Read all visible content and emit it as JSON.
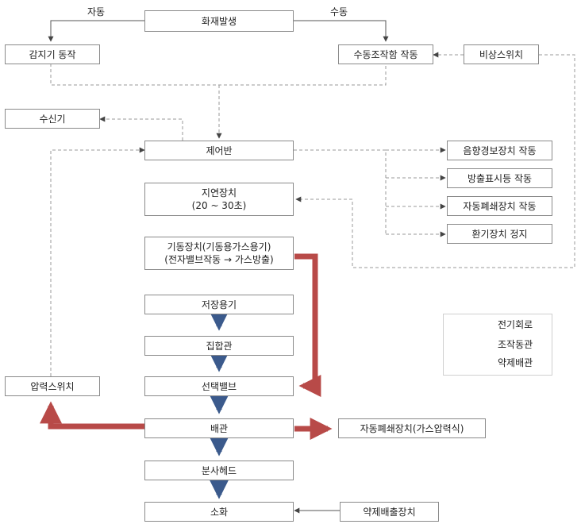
{
  "top_labels": {
    "auto": "자동",
    "manual": "수동"
  },
  "boxes": {
    "fire": "화재발생",
    "detector": "감지기 동작",
    "manual_op": "수동조작함 작동",
    "emergency_switch": "비상스위치",
    "receiver": "수신기",
    "control_panel": "제어반",
    "alarm": "음향경보장치 작동",
    "discharge_light": "방출표시등 작동",
    "auto_close": "자동폐쇄장치 작동",
    "vent_stop": "환기장치 정지",
    "delay_1": "지연장치",
    "delay_2": "(20 ~ 30초)",
    "starter_1": "기동장치(기동용가스용기)",
    "starter_2": "(전자밸브작동 → 가스방출)",
    "storage": "저장용기",
    "manifold": "집합관",
    "selector": "선택밸브",
    "piping": "배관",
    "nozzle": "분사헤드",
    "extinguish": "소화",
    "pressure_switch": "압력스위치",
    "auto_close_gas": "자동폐쇄장치(가스압력식)",
    "chemical_discharge": "약제배출장치"
  },
  "legend": {
    "electric": "전기회로",
    "operation": "조작동관",
    "agent": "약제배관"
  },
  "colors": {
    "red": "#b84a48",
    "blue": "#3b5a8c",
    "line": "#9a9a9a"
  }
}
